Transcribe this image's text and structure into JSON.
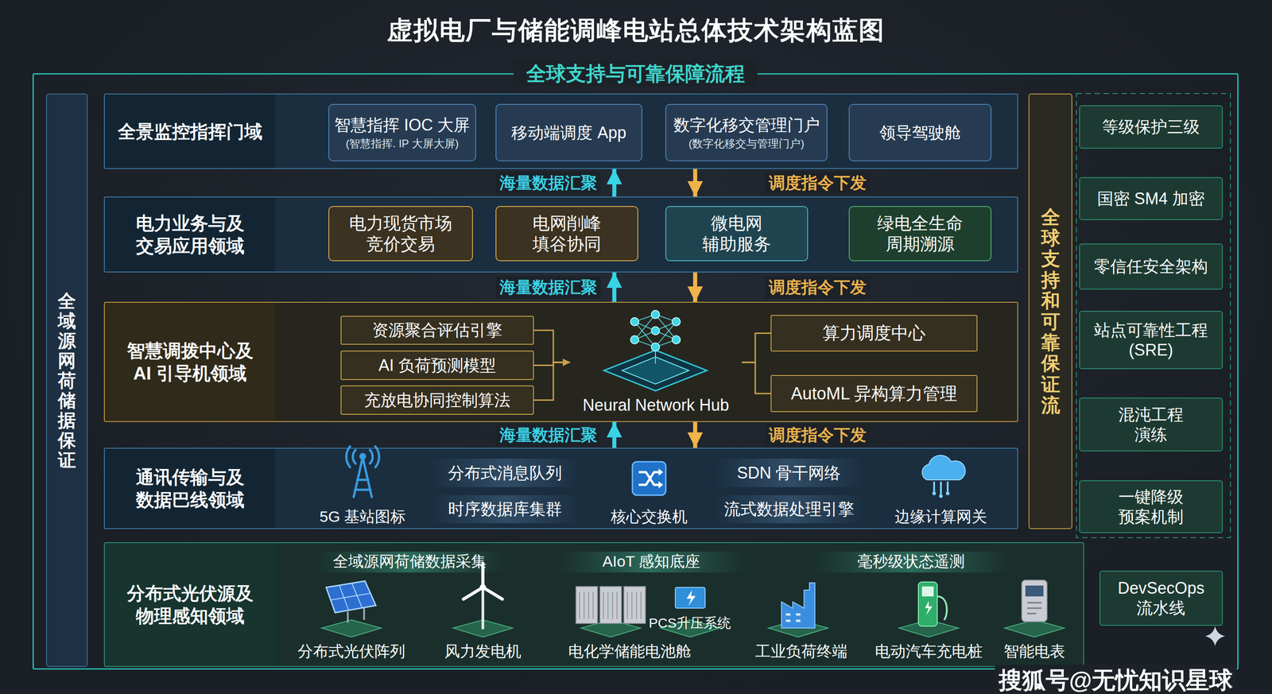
{
  "diagram": {
    "title": "虚拟电厂与储能调峰电站总体技术架构蓝图",
    "nodes": [
      {
        "text": [
          "全球支持与可靠保障流程"
        ]
      },
      {
        "text": [
          "全域源网荷储据保证"
        ],
        "in": 0
      },
      {
        "text": [
          "全景监控指挥门域"
        ],
        "in": 0
      },
      {
        "text": [
          "智慧指挥 IOC 大屏",
          "(智慧指挥. IP 大屏大屏)"
        ],
        "in": 2
      },
      {
        "text": [
          "移动端调度 App"
        ],
        "in": 2
      },
      {
        "text": [
          "数字化移交管理门户",
          "(数字化移交与管理门户)"
        ],
        "in": 2
      },
      {
        "text": [
          "领导驾驶舱"
        ],
        "in": 2
      },
      {
        "text": [
          "电力业务与及 交易应用领域"
        ],
        "in": 0
      },
      {
        "text": [
          "电力现货市场 竞价交易"
        ],
        "in": 7
      },
      {
        "text": [
          "电网削峰 填谷协同"
        ],
        "in": 7
      },
      {
        "text": [
          "微电网 辅助服务"
        ],
        "in": 7
      },
      {
        "text": [
          "绿电全生命 周期溯源"
        ],
        "in": 7
      },
      {
        "text": [
          "智慧调拨中心及 AI 引导机领域"
        ],
        "in": 0
      },
      {
        "text": [
          "资源聚合评估引擎"
        ],
        "in": 12
      },
      {
        "text": [
          "AI 负荷预测模型"
        ],
        "in": 12
      },
      {
        "text": [
          "充放电协同控制算法"
        ],
        "in": 12
      },
      {
        "text": [
          "Neural Network Hub"
        ],
        "in": 12
      },
      {
        "text": [
          "算力调度中心"
        ],
        "in": 12
      },
      {
        "text": [
          "AutoML 异构算力管理"
        ],
        "in": 12
      },
      {
        "text": [
          "通讯传输与及 数据巴线领域"
        ],
        "in": 0
      },
      {
        "text": [
          "分布式消息队列"
        ],
        "in": 19
      },
      {
        "text": [
          "时序数据库集群"
        ],
        "in": 19
      },
      {
        "text": [
          "SDN 骨干网络"
        ],
        "in": 19
      },
      {
        "text": [
          "流式数据处理引擎"
        ],
        "in": 19
      },
      {
        "text": [
          "分布式光伏源及 物理感知领域"
        ],
        "in": 0
      },
      {
        "text": [
          "全球支持和可靠保证流"
        ],
        "in": 0
      },
      {
        "text": [
          "等级保护三级"
        ],
        "in": 0
      },
      {
        "text": [
          "国密 SM4 加密"
        ],
        "in": 0
      },
      {
        "text": [
          "零信任安全架构"
        ],
        "in": 0
      },
      {
        "text": [
          "站点可靠性工程 (SRE)"
        ],
        "in": 0
      },
      {
        "text": [
          "混沌工程 演练"
        ],
        "in": 0
      },
      {
        "text": [
          "一键降级 预案机制"
        ],
        "in": 0
      },
      {
        "text": [
          "DevSecOps 流水线"
        ],
        "in": 0
      }
    ],
    "edges": [
      {
        "from": 7,
        "to": 2,
        "arrow": "to",
        "label": "海量数据汇聚"
      },
      {
        "from": 2,
        "to": 7,
        "arrow": "to",
        "label": "调度指令下发"
      },
      {
        "from": 12,
        "to": 7,
        "arrow": "to",
        "label": "海量数据汇聚"
      },
      {
        "from": 7,
        "to": 12,
        "arrow": "to",
        "label": "调度指令下发"
      },
      {
        "from": 19,
        "to": 12,
        "arrow": "to",
        "label": "海量数据汇聚"
      },
      {
        "from": 12,
        "to": 19,
        "arrow": "to",
        "label": "调度指令下发"
      },
      {
        "from": 13,
        "to": 16,
        "arrow": "to"
      },
      {
        "from": 14,
        "to": 16,
        "arrow": "to"
      },
      {
        "from": 15,
        "to": 16,
        "arrow": "to"
      },
      {
        "from": 16,
        "to": 17,
        "arrow": "none"
      },
      {
        "from": 16,
        "to": 18,
        "arrow": "none"
      }
    ],
    "labels": [
      "5G 基站图标",
      "核心交换机",
      "边缘计算网关",
      "全域源网荷储数据采集",
      "AIoT 感知底座",
      "毫秒级状态遥测",
      "分布式光伏阵列",
      "风力发电机",
      "电化学储能电池舱",
      "PCS升压系统",
      "工业负荷终端",
      "电动汽车充电桩",
      "智能电表",
      "搜狐号@无忧知识星球"
    ]
  }
}
